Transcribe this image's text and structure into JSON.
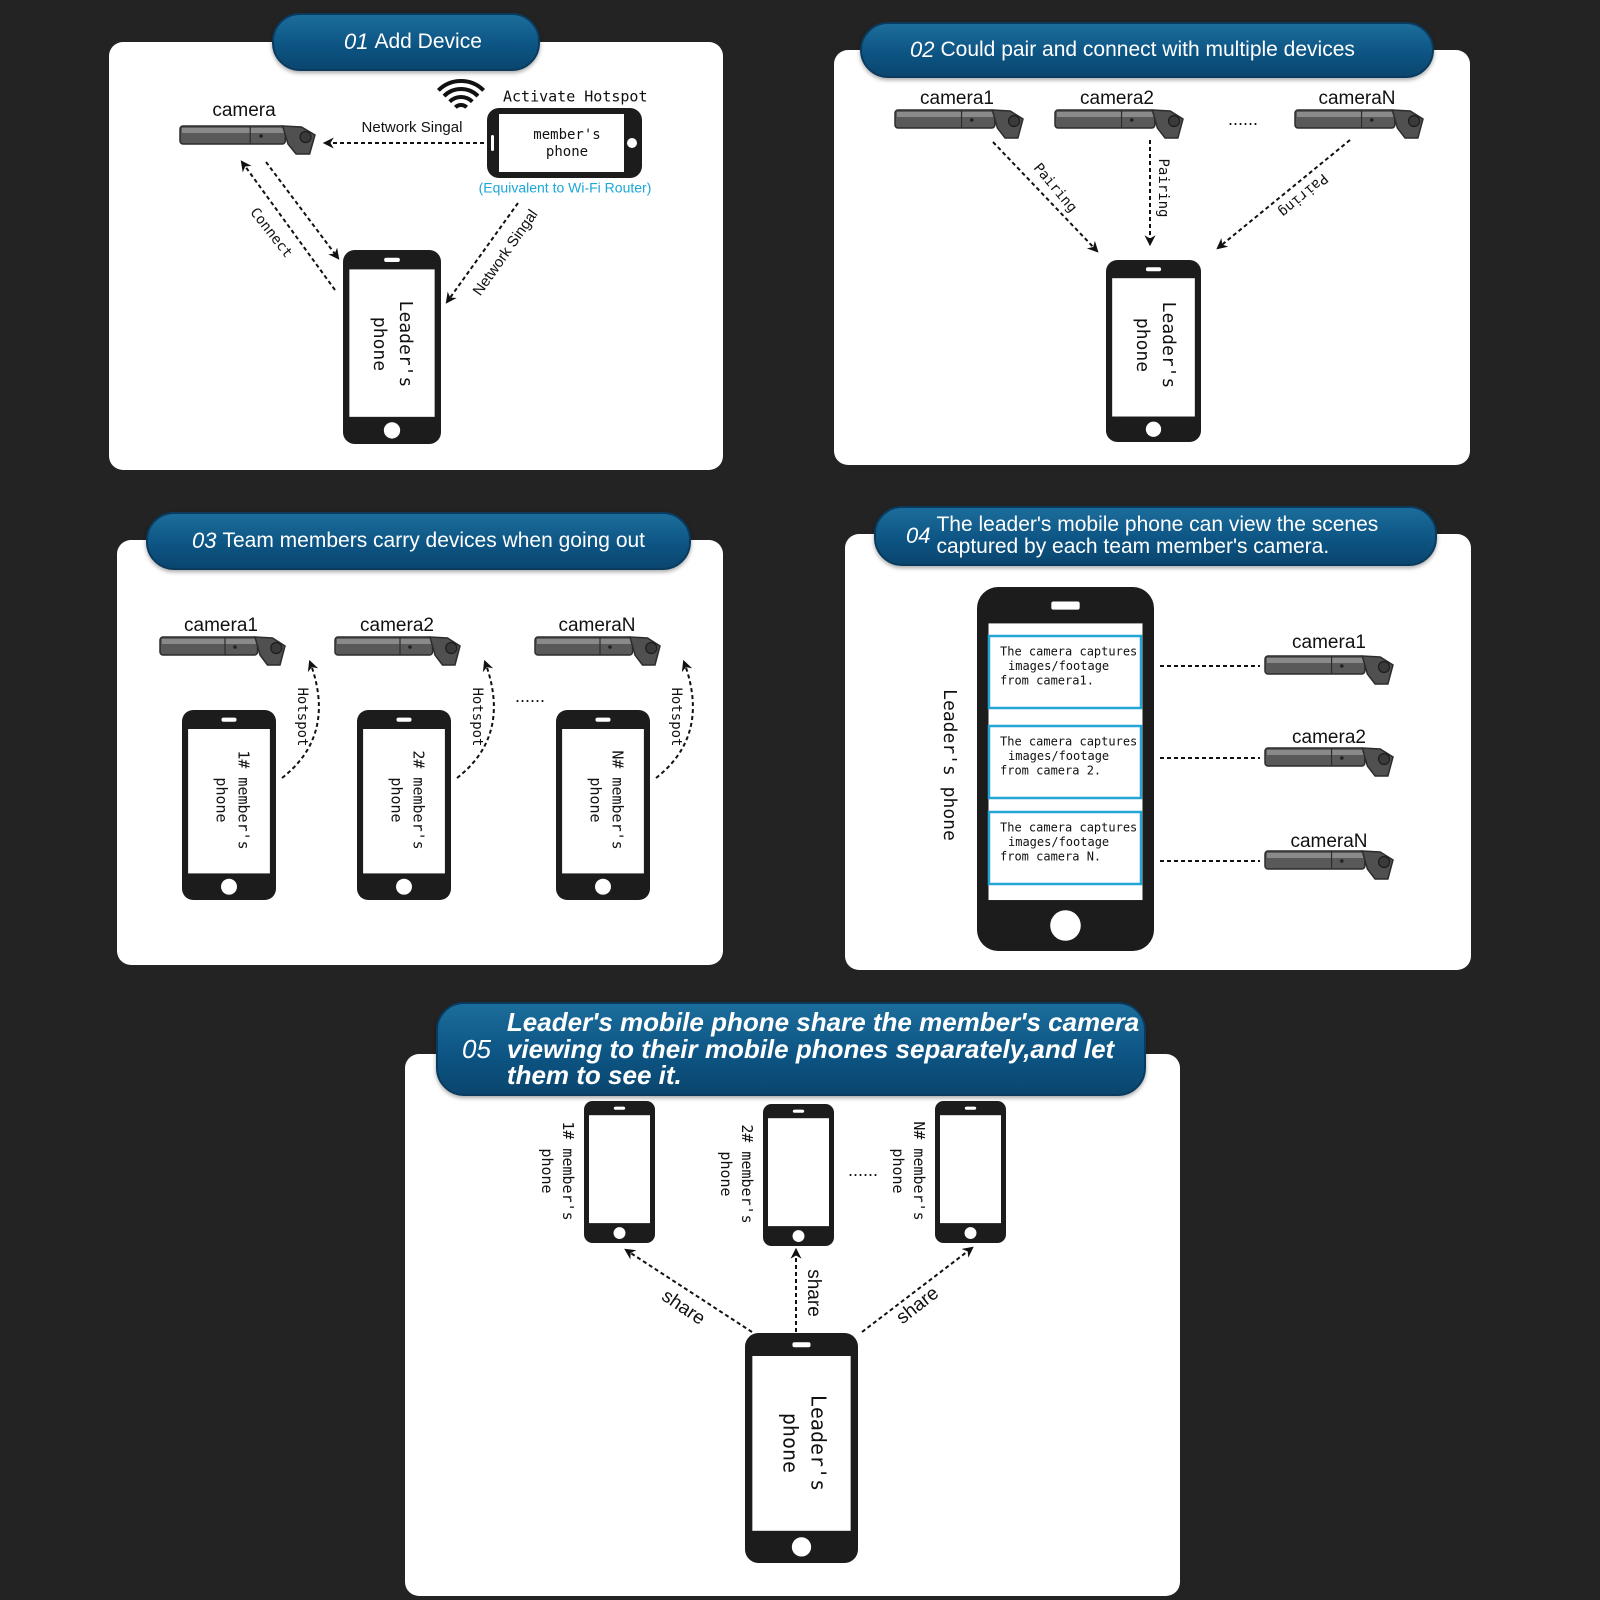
{
  "colors": {
    "background": "#232323",
    "panel": "#ffffff",
    "banner": "#0d5584",
    "router_note": "#1aa7d8",
    "screen_border": "#23a6d5"
  },
  "step1": {
    "number": "01",
    "title": "Add Device",
    "camera_label": "camera",
    "activate_hotspot": "Activate Hotspot",
    "network_signal_left": "Network Singal",
    "member_phone": [
      "member's",
      "phone"
    ],
    "router_note": "(Equivalent to Wi-Fi Router)",
    "connect_label": "Connect",
    "network_signal_diag": "Network Singal",
    "leader_phone": [
      "Leader's",
      "phone"
    ],
    "wifi_icon": "wifi-signal-icon"
  },
  "step2": {
    "number": "02",
    "title": "Could pair and connect with multiple devices",
    "cameras": [
      "camera1",
      "camera2",
      "cameraN"
    ],
    "ellipsis": "......",
    "pairing_label": "Pairing",
    "leader_phone": [
      "Leader's",
      "phone"
    ]
  },
  "step3": {
    "number": "03",
    "title": "Team members carry devices when going out",
    "cameras": [
      "camera1",
      "camera2",
      "cameraN"
    ],
    "hotspot_label": "Hotspot",
    "ellipsis": "......",
    "phones": [
      [
        "1# member's",
        "phone"
      ],
      [
        "2# member's",
        "phone"
      ],
      [
        "N# member's",
        "phone"
      ]
    ]
  },
  "step4": {
    "number": "04",
    "title_line1": "The leader's mobile phone can view the scenes",
    "title_line2": "captured by each team member's camera.",
    "leader_phone": "Leader's phone",
    "screens": [
      [
        "The camera captures",
        "images/footage",
        "from camera1."
      ],
      [
        "The camera captures",
        "images/footage",
        "from camera 2."
      ],
      [
        "The camera captures",
        "images/footage",
        "from camera N."
      ]
    ],
    "cameras": [
      "camera1",
      "camera2",
      "cameraN"
    ]
  },
  "step5": {
    "number": "05",
    "title_line1": "Leader's mobile phone share the member's camera",
    "title_line2": "viewing to their mobile phones separately,and let",
    "title_line3": "them to see it.",
    "phones": [
      [
        "1# member's",
        "phone"
      ],
      [
        "2# member's",
        "phone"
      ],
      [
        "N# member's",
        "phone"
      ]
    ],
    "ellipsis": "......",
    "share_label": "share",
    "leader_phone": [
      "Leader's",
      "phone"
    ]
  }
}
